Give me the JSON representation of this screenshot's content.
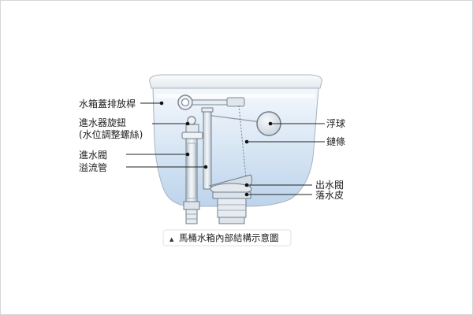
{
  "diagram": {
    "labels": {
      "flush_lever": "水箱蓋排放桿",
      "inlet_adjust_knob_line1": "進水器旋鈕",
      "inlet_adjust_knob_line2": "(水位調整螺絲)",
      "inlet_valve": "進水閥",
      "overflow_pipe": "溢流管",
      "float_ball": "浮球",
      "chain": "鏈條",
      "outlet_valve": "出水閥",
      "flapper": "落水皮"
    },
    "caption": "馬桶水箱內部結構示意圖"
  },
  "colors": {
    "water_top": "#eef4fb",
    "water_bottom": "#c2d9ef",
    "tank_outline": "#9aa7b3",
    "leader_line": "#222222"
  }
}
